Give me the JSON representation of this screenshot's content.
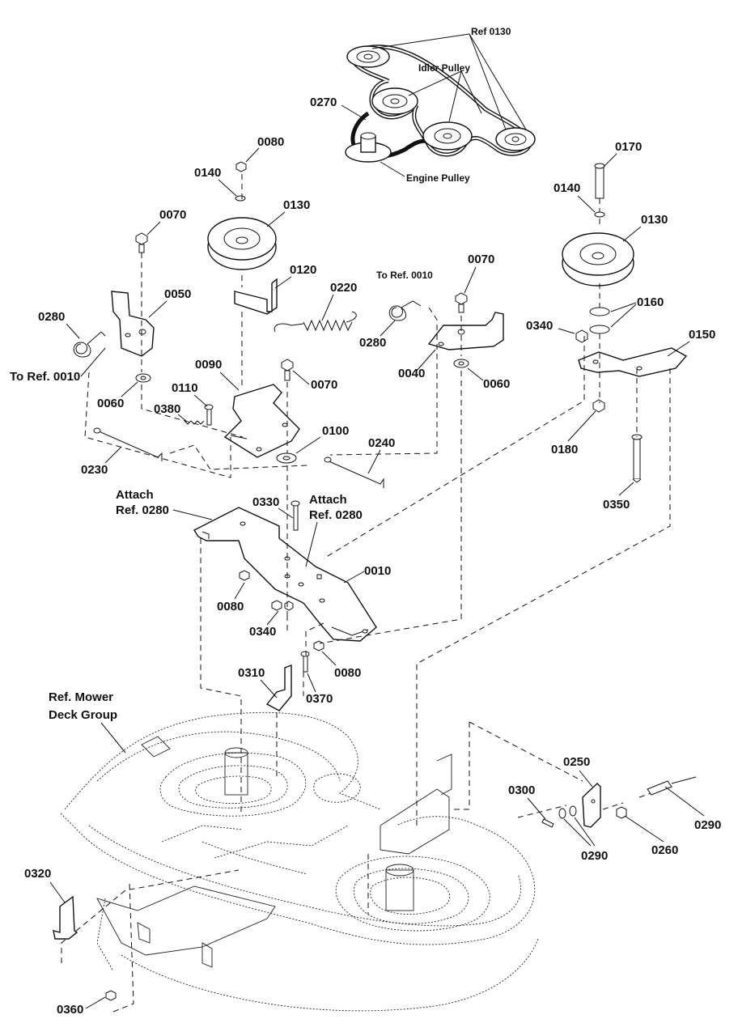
{
  "labels": {
    "ref_0130": "Ref 0130",
    "idler_pulley": "Idler Pulley",
    "engine_pulley": "Engine Pulley",
    "p0270": "0270",
    "p0080_top": "0080",
    "p0140_left": "0140",
    "p0130_left": "0130",
    "p0070_left": "0070",
    "p0120": "0120",
    "p0220": "0220",
    "to_ref_0010_top": "To Ref. 0010",
    "p0070_mid": "0070",
    "p0050": "0050",
    "p0280_left": "0280",
    "to_ref_0010_left": "To Ref. 0010",
    "p0060_left": "0060",
    "p0090": "0090",
    "p0110": "0110",
    "p0380": "0380",
    "p0070_center": "0070",
    "p0280_mid": "0280",
    "p0040": "0040",
    "p0060_mid": "0060",
    "p0170": "0170",
    "p0140_right": "0140",
    "p0130_right": "0130",
    "p0160": "0160",
    "p0340_right": "0340",
    "p0150": "0150",
    "p0180": "0180",
    "p0350": "0350",
    "p0230": "0230",
    "p0100": "0100",
    "p0240": "0240",
    "attach_left_1": "Attach",
    "attach_left_2": "Ref. 0280",
    "p0330": "0330",
    "attach_mid_1": "Attach",
    "attach_mid_2": "Ref. 0280",
    "p0010": "0010",
    "p0080_low": "0080",
    "p0340_low": "0340",
    "p0080_right": "0080",
    "p0310": "0310",
    "p0370": "0370",
    "mower_deck_1": "Ref. Mower",
    "mower_deck_2": "Deck Group",
    "p0250": "0250",
    "p0300": "0300",
    "p0290_right": "0290",
    "p0290_low": "0290",
    "p0260": "0260",
    "p0320": "0320",
    "p0360": "0360"
  }
}
